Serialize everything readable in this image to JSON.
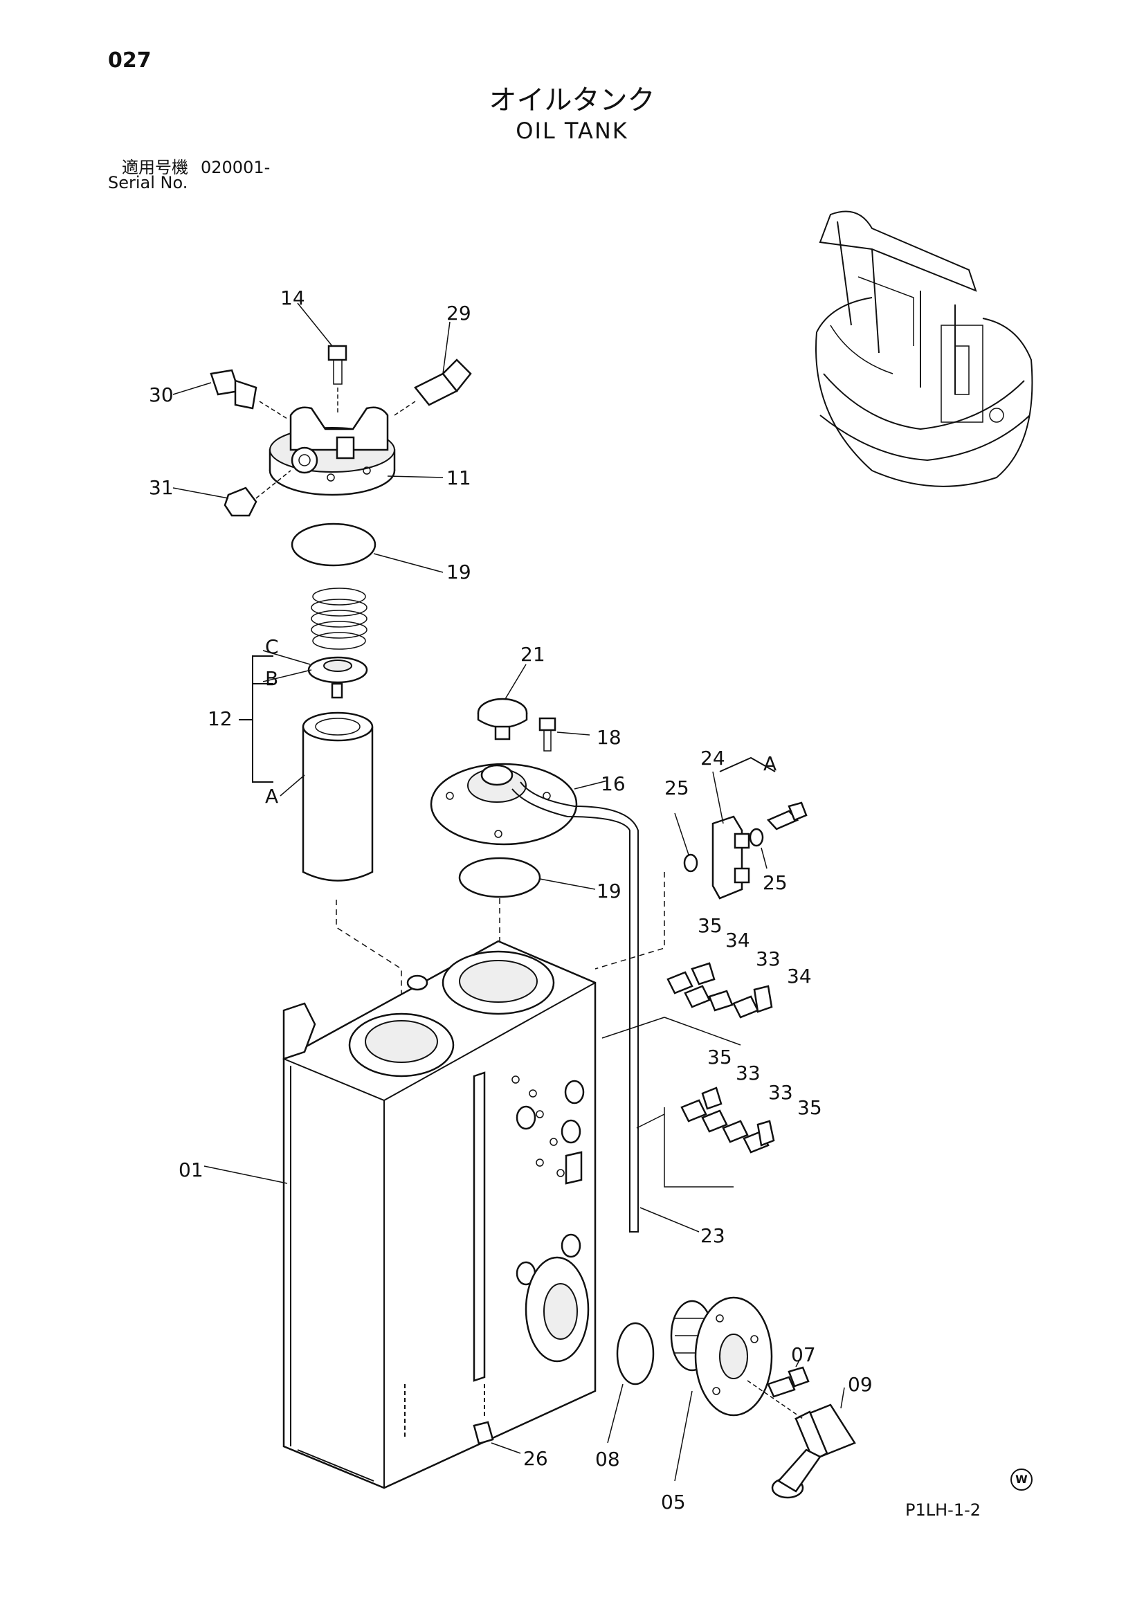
{
  "header": {
    "page_number": "027",
    "title_jp": "オイルタンク",
    "title_en": "OIL TANK",
    "serial_label_jp": "適用号機",
    "serial_value": "020001-",
    "serial_label_en": "Serial No."
  },
  "footer": {
    "code": "P1LH-1-2",
    "mark": "W"
  },
  "callouts": {
    "c14": "14",
    "c29": "29",
    "c30": "30",
    "c31": "31",
    "c11": "11",
    "c19a": "19",
    "c19b": "19",
    "c12": "12",
    "cC": "C",
    "cB": "B",
    "cA": "A",
    "cA2": "A",
    "c21": "21",
    "c18": "18",
    "c16": "16",
    "c24": "24",
    "c25a": "25",
    "c25b": "25",
    "c35a": "35",
    "c34a": "34",
    "c33a": "33",
    "c34b": "34",
    "c35b": "35",
    "c33b": "33",
    "c33c": "33",
    "c35c": "35",
    "c01": "01",
    "c23": "23",
    "c07": "07",
    "c09": "09",
    "c26": "26",
    "c08": "08",
    "c05": "05"
  }
}
